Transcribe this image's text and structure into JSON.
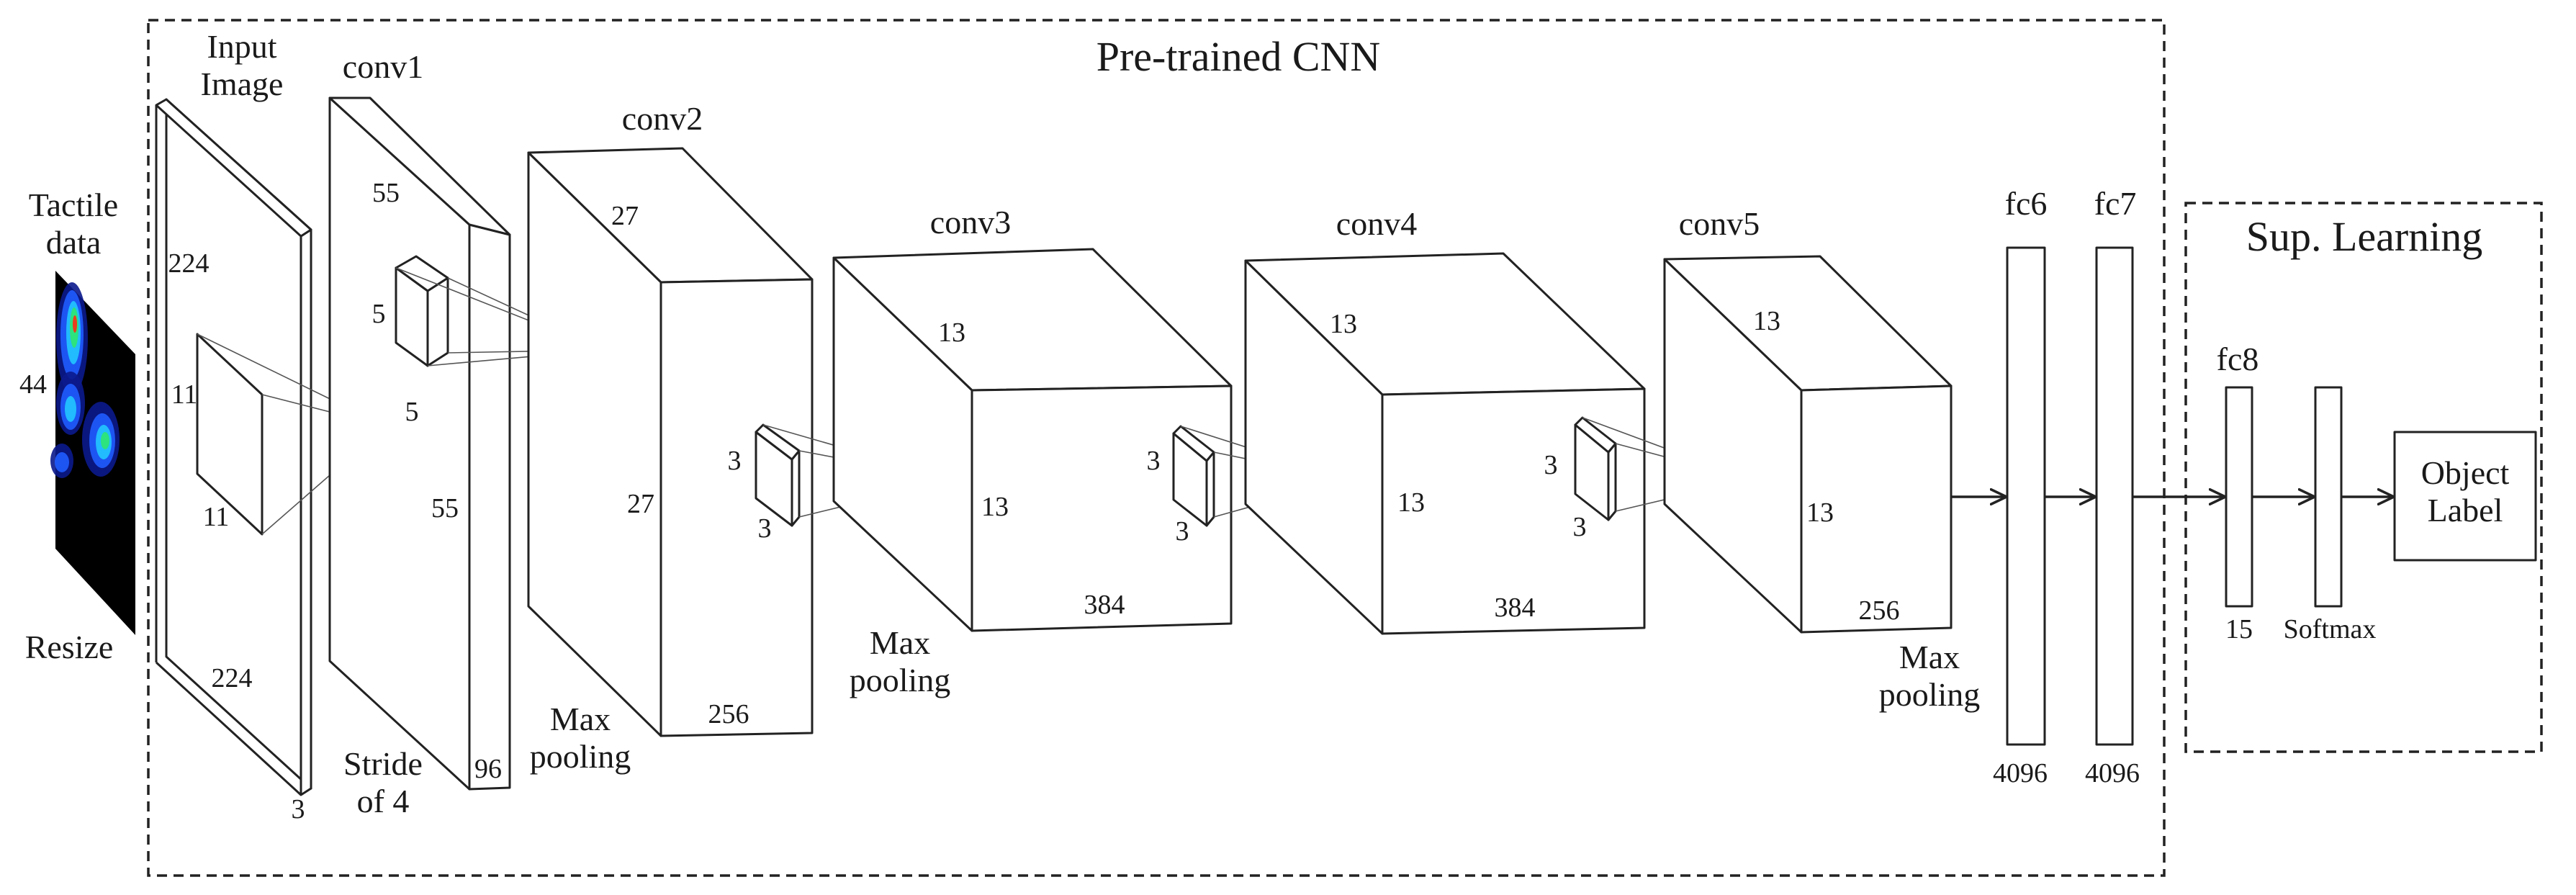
{
  "frames": {
    "cnn_title": "Pre-trained CNN",
    "sup_title": "Sup. Learning"
  },
  "input": {
    "title_line1": "Tactile",
    "title_line2": "data",
    "dim_h": "44",
    "dim_w": "44",
    "caption": "Resize",
    "heatmap_colors": [
      "#000000",
      "#0b1a8c",
      "#1f5cff",
      "#22c7ff",
      "#2ee86f",
      "#ffe11a",
      "#ff2a12"
    ]
  },
  "layers": {
    "input_image": {
      "name_line1": "Input",
      "name_line2": "Image",
      "dim_h": "224",
      "dim_w": "224",
      "depth": "3",
      "kernel_h": "11",
      "kernel_w": "11"
    },
    "conv1": {
      "name": "conv1",
      "dim_h": "55",
      "dim_w": "55",
      "depth": "96",
      "kernel_h": "5",
      "kernel_w": "5",
      "note_line1": "Stride",
      "note_line2": "of 4"
    },
    "conv2": {
      "name": "conv2",
      "dim_h": "27",
      "dim_w": "27",
      "depth": "256",
      "kernel_h": "3",
      "kernel_w": "3",
      "note_line1": "Max",
      "note_line2": "pooling"
    },
    "conv3": {
      "name": "conv3",
      "dim_h": "13",
      "dim_w": "13",
      "depth": "384",
      "kernel_h": "3",
      "kernel_w": "3",
      "note_line1": "Max",
      "note_line2": "pooling"
    },
    "conv4": {
      "name": "conv4",
      "dim_h": "13",
      "dim_w": "13",
      "depth": "384",
      "kernel_h": "3",
      "kernel_w": "3"
    },
    "conv5": {
      "name": "conv5",
      "dim_h": "13",
      "dim_w": "13",
      "depth": "256",
      "note_line1": "Max",
      "note_line2": "pooling"
    },
    "fc6": {
      "name": "fc6",
      "size": "4096"
    },
    "fc7": {
      "name": "fc7",
      "size": "4096"
    },
    "fc8": {
      "name": "fc8",
      "size": "15"
    },
    "softmax": {
      "name": "Softmax"
    },
    "output": {
      "line1": "Object",
      "line2": "Label"
    }
  }
}
